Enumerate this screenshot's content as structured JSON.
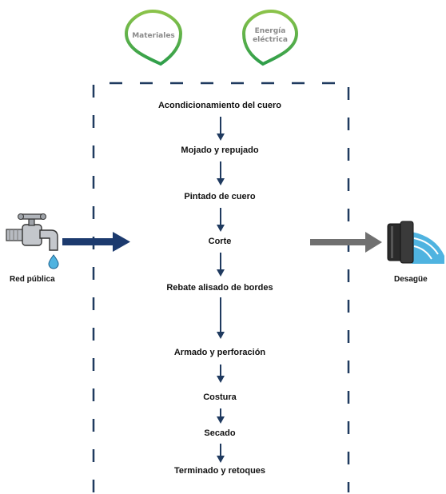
{
  "inputs": [
    {
      "label": "Materiales"
    },
    {
      "label": "Energía eléctrica",
      "lines": [
        "Energía",
        "eléctrica"
      ]
    }
  ],
  "process_steps": [
    "Acondicionamiento del cuero",
    "Mojado y repujado",
    "Pintado de cuero",
    "Corte",
    "Rebate alisado de bordes",
    "Armado y perforación",
    "Costura",
    "Secado",
    "Terminado y retoques"
  ],
  "source": {
    "label": "Red pública",
    "icon": "water-faucet-icon"
  },
  "sink": {
    "label": "Desagüe",
    "icon": "drain-pipe-icon"
  },
  "colors": {
    "pin_stroke": "#4caf50",
    "pin_fill": "#ffffff",
    "boundary": "#1f3a5f",
    "step_arrow": "#1f3a5f",
    "inflow_arrow": "#1c3a6e",
    "outflow_arrow": "#707070",
    "water": "#4fb3e0"
  }
}
